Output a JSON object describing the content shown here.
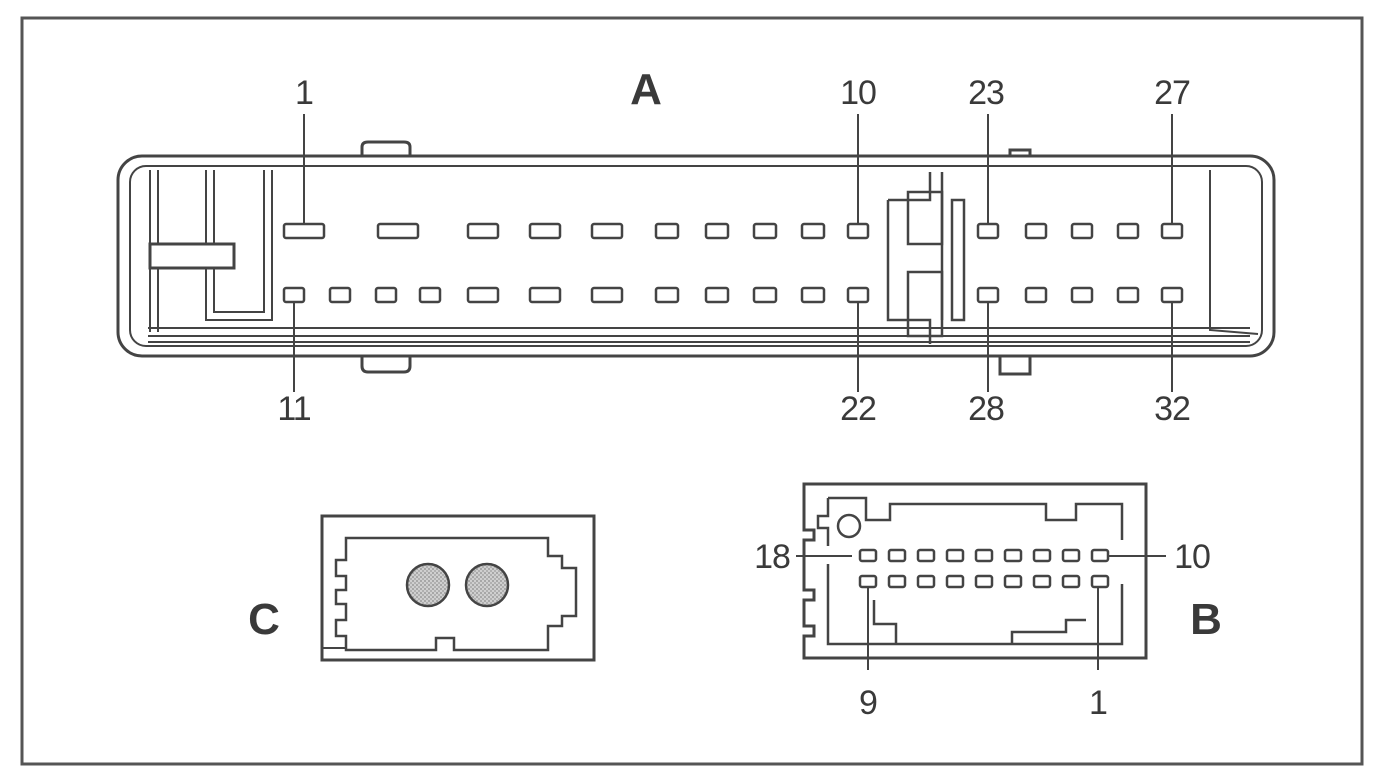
{
  "connectors": {
    "a": {
      "name": "A",
      "pins_top": [
        "1",
        "10",
        "23",
        "27"
      ],
      "pins_bottom": [
        "11",
        "22",
        "28",
        "32"
      ]
    },
    "b": {
      "name": "B",
      "pins_top": [
        "18",
        "10"
      ],
      "pins_bottom": [
        "9",
        "1"
      ]
    },
    "c": {
      "name": "C"
    }
  },
  "colors": {
    "line": "#444444",
    "text": "#3a3a3a",
    "terminal_fill": "#c8c8c8"
  }
}
